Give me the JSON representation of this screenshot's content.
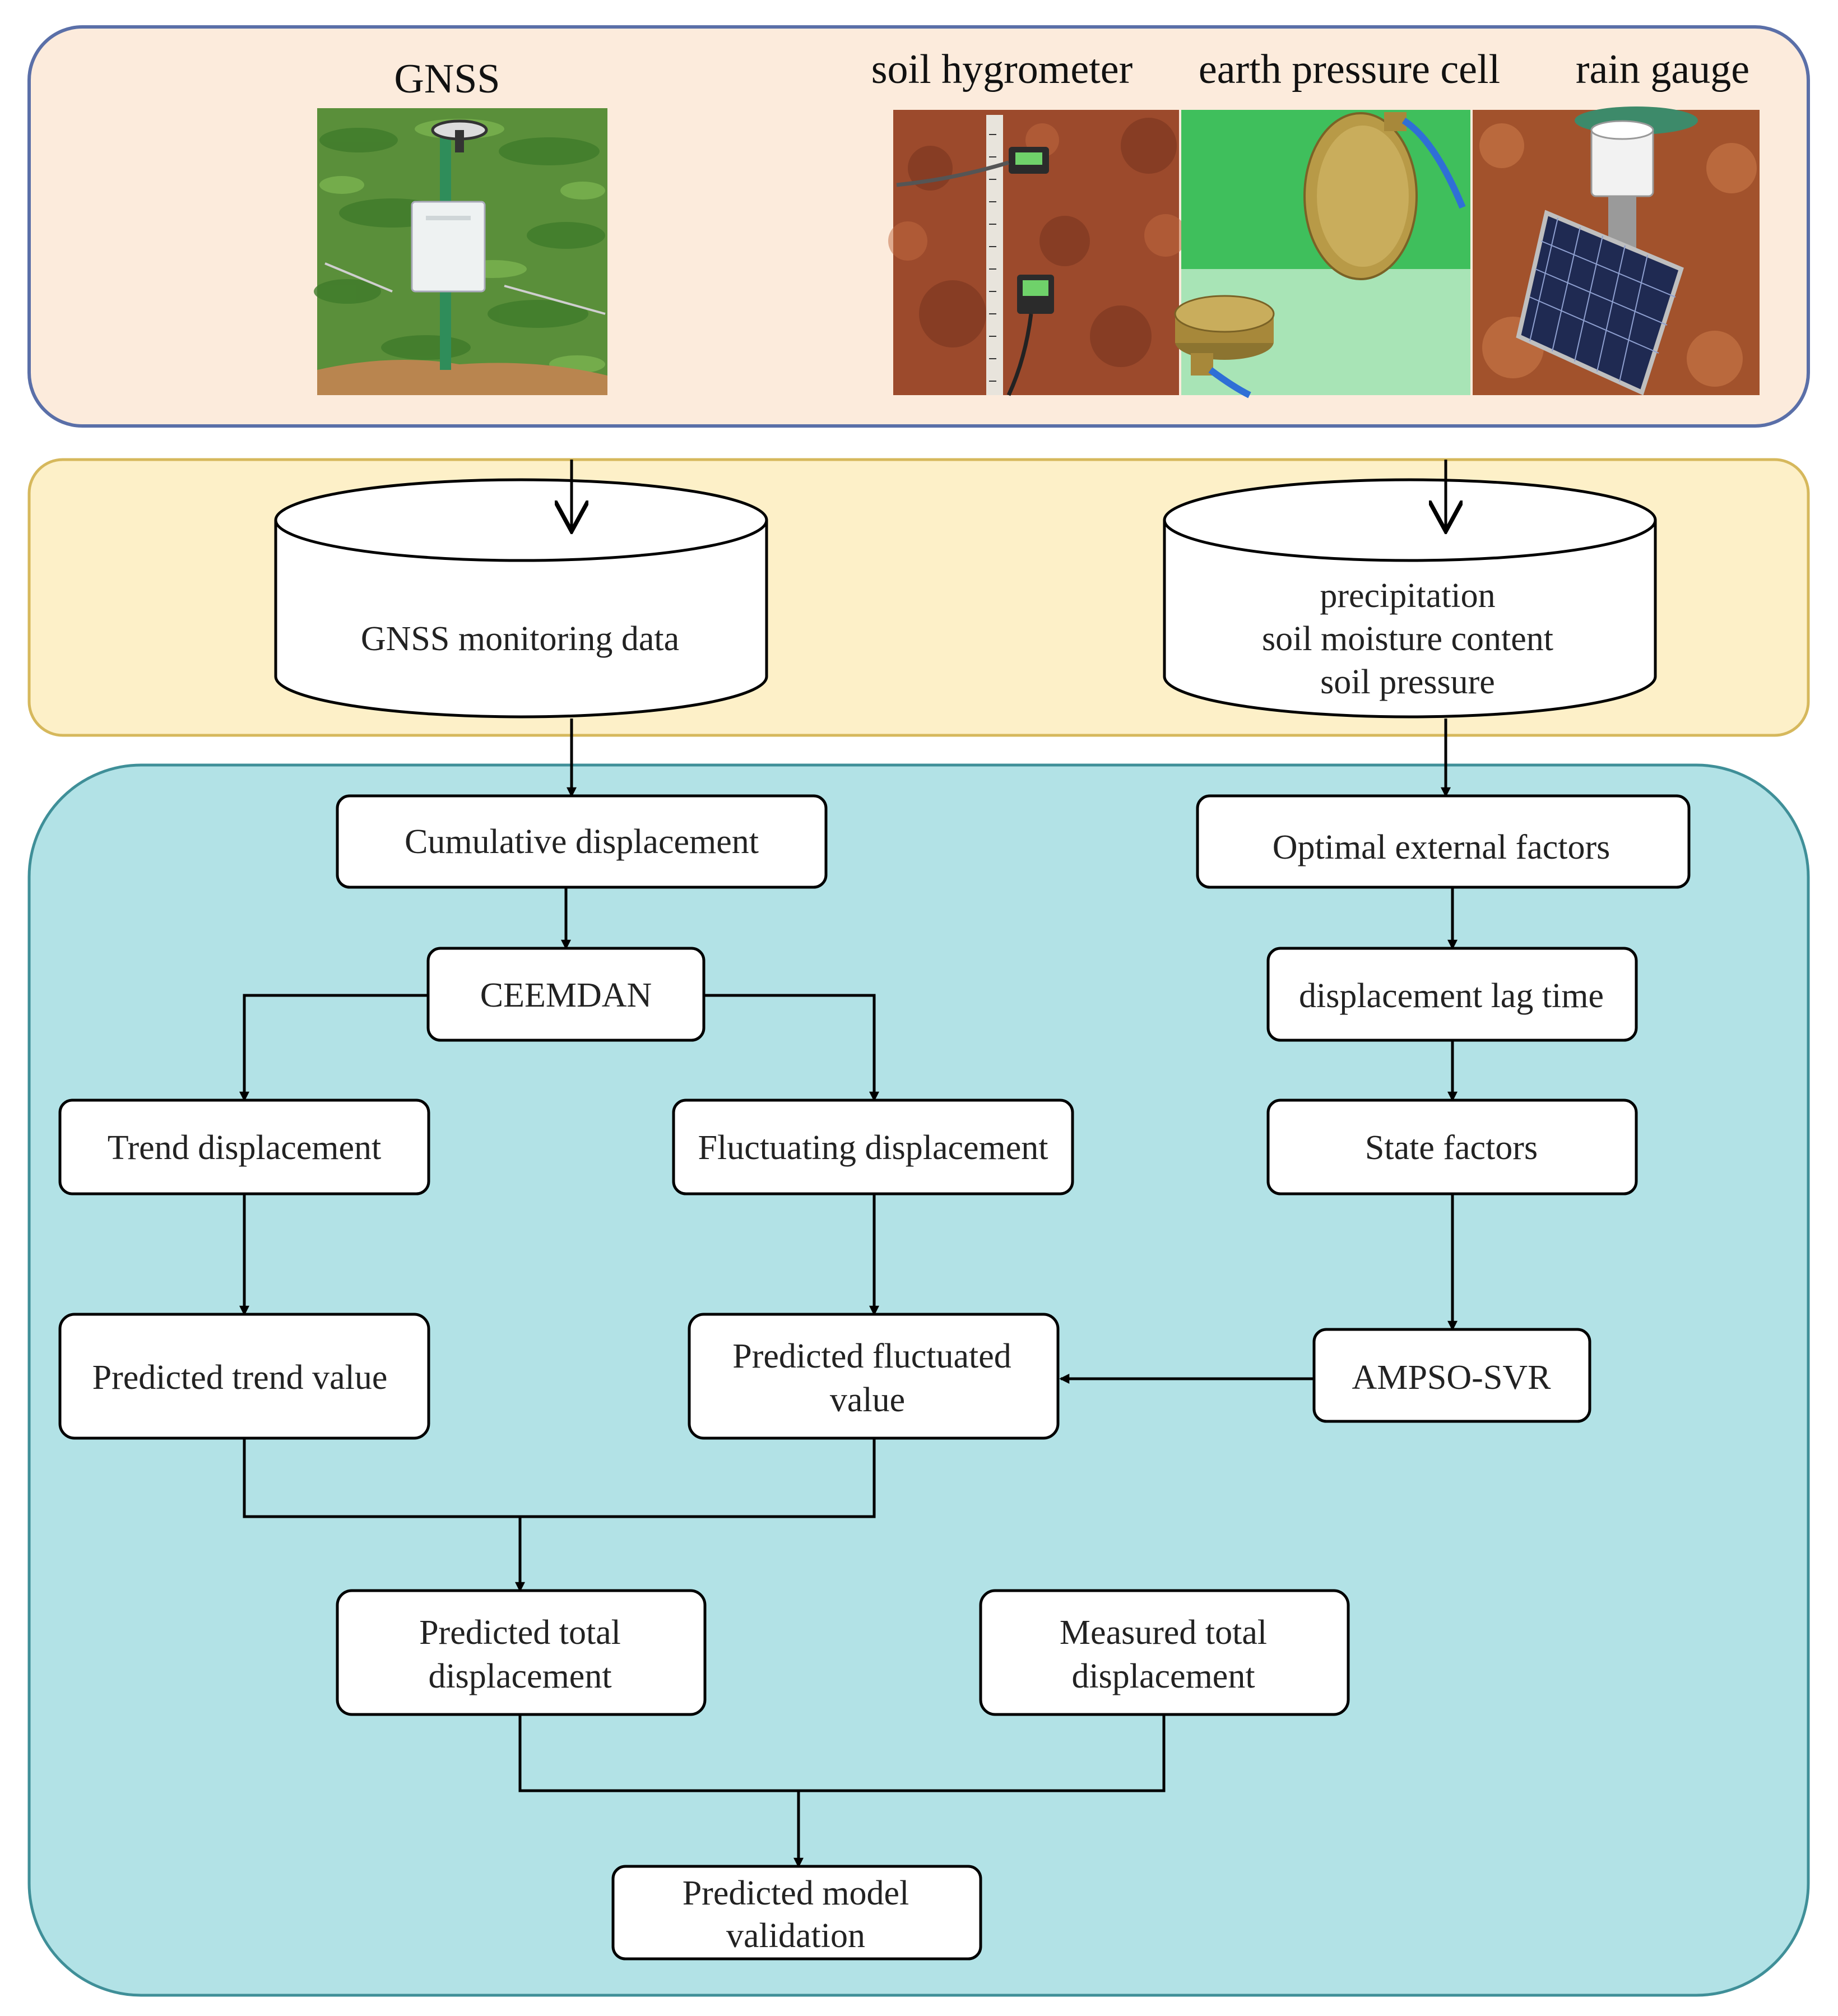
{
  "sensors": {
    "gnss": "GNSS",
    "soil_hygrometer": "soil hygrometer",
    "earth_pressure_cell": "earth pressure cell",
    "rain_gauge": "rain gauge"
  },
  "data_stores": {
    "gnss_data": "GNSS monitoring data",
    "external_data": [
      "precipitation",
      "soil moisture content",
      "soil pressure"
    ]
  },
  "nodes": {
    "cumulative_displacement": "Cumulative displacement",
    "ceemdan": "CEEMDAN",
    "trend_displacement": "Trend displacement",
    "fluctuating_displacement": "Fluctuating displacement",
    "predicted_trend_value": "Predicted trend value",
    "predicted_fluctuated_value": [
      "Predicted fluctuated",
      "value"
    ],
    "optimal_external_factors": "Optimal external factors",
    "displacement_lag_time": "displacement lag time",
    "state_factors": "State factors",
    "ampso_svr": "AMPSO-SVR",
    "predicted_total_displacement": [
      "Predicted total",
      "displacement"
    ],
    "measured_total_displacement": [
      "Measured total",
      "displacement"
    ],
    "predicted_model_validation": [
      "Predicted model",
      "validation"
    ]
  },
  "colors": {
    "sensor_panel": "#fcebdc",
    "sensor_panel_border": "#5a6fa8",
    "data_panel": "#fdf0c8",
    "data_panel_border": "#d6b85c",
    "model_panel": "#b2e2e6",
    "model_panel_border": "#3f8f98"
  }
}
